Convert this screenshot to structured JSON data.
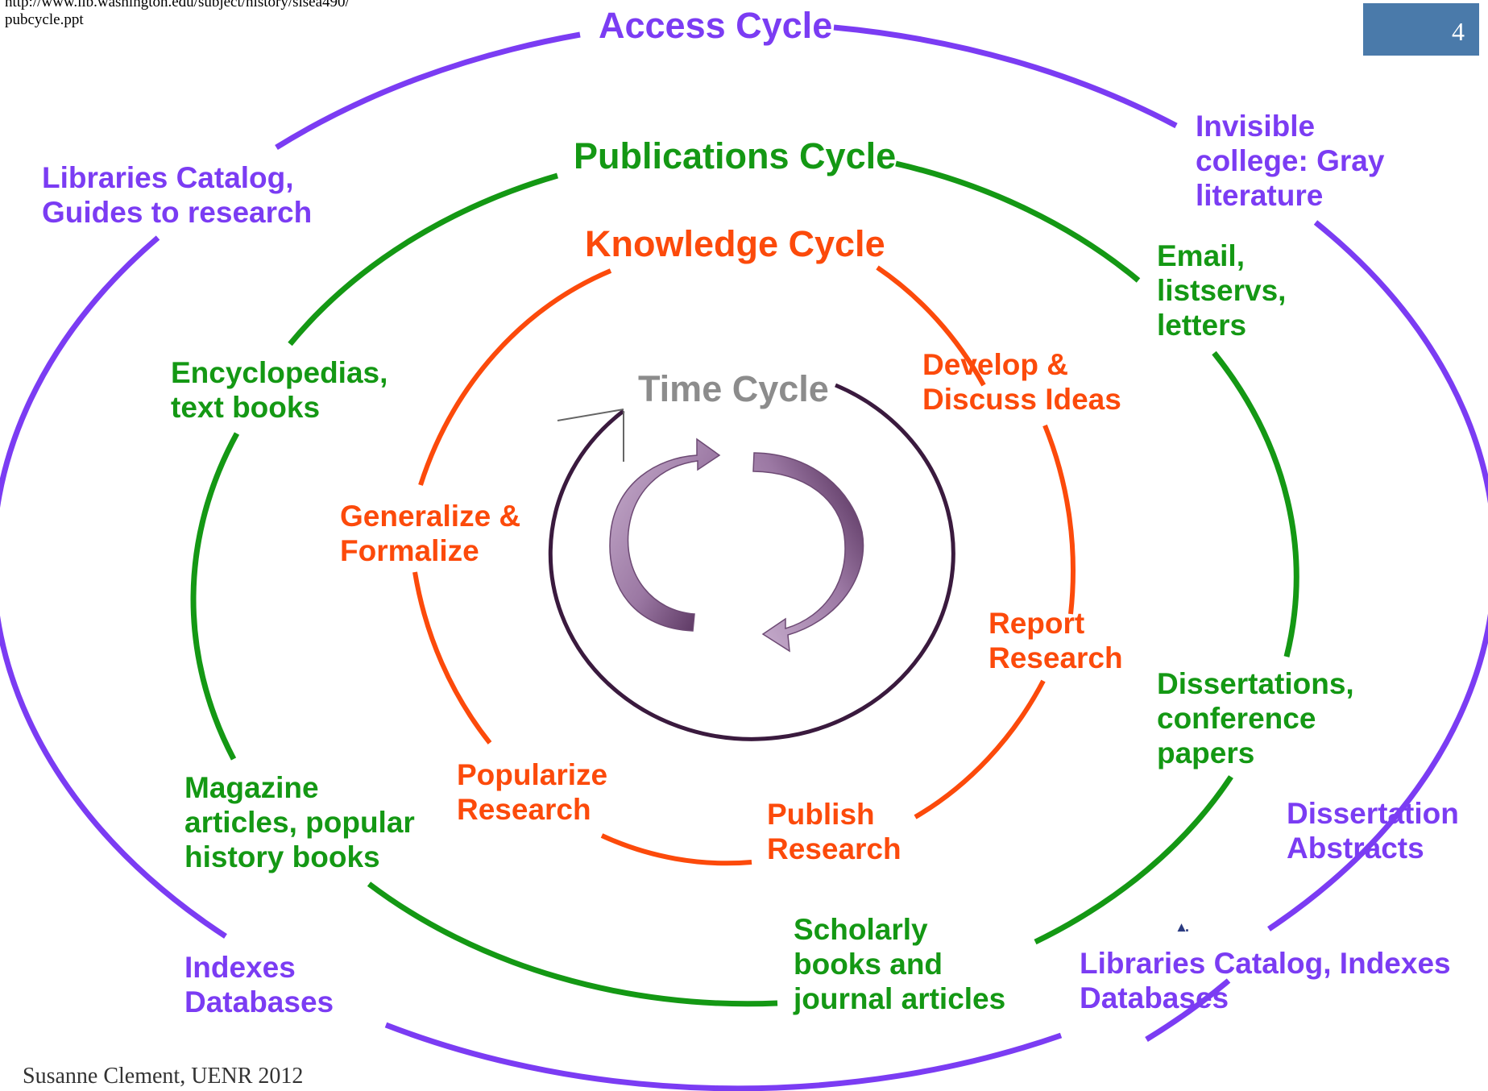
{
  "source_url": "http://www.lib.washington.edu/subject/history/sisea490/\npubcycle.ppt",
  "slide_number": "4",
  "credit": "Susanne Clement, UENR 2012",
  "colors": {
    "access": "#7b3cf3",
    "publications": "#149814",
    "knowledge": "#fc4a0b",
    "time": "#3a1a3e",
    "arrow": "#a07aa8",
    "slide_badge": "#4a7aaa"
  },
  "cycles": {
    "access": {
      "title": "Access Cycle",
      "items": {
        "libraries_guides": "Libraries Catalog,\nGuides to research",
        "invisible_college": "Invisible\ncollege: Gray\nliterature",
        "dissertation_abstracts": "Dissertation\nAbstracts",
        "libraries_indexes": "Libraries Catalog, Indexes\nDatabases",
        "indexes_databases": "Indexes\nDatabases"
      }
    },
    "publications": {
      "title": "Publications Cycle",
      "items": {
        "email": "Email,\nlistservs,\nletters",
        "dissertations": "Dissertations,\nconference\npapers",
        "scholarly": "Scholarly\nbooks and\njournal articles",
        "magazine": "Magazine\narticles, popular\nhistory books",
        "encyclopedias": "Encyclopedias,\ntext books"
      }
    },
    "knowledge": {
      "title": "Knowledge Cycle",
      "items": {
        "develop": "Develop &\nDiscuss Ideas",
        "report": "Report\nResearch",
        "publish": "Publish\nResearch",
        "popularize": "Popularize\nResearch",
        "generalize": "Generalize &\nFormalize"
      }
    },
    "time": {
      "title": "Time Cycle"
    }
  }
}
